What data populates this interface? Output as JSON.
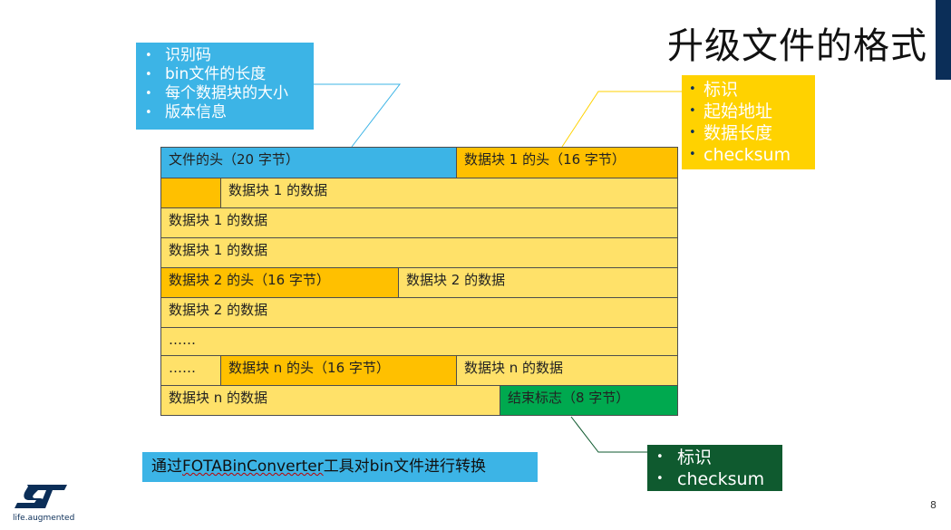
{
  "title": "升级文件的格式",
  "page_number": "8",
  "callouts": {
    "header_fields": [
      "识别码",
      "bin文件的长度",
      "每个数据块的大小",
      "版本信息"
    ],
    "block_header_fields": [
      "标识",
      "起始地址",
      "数据长度",
      "checksum"
    ],
    "end_flag_fields": [
      "标识",
      "checksum"
    ]
  },
  "grid": {
    "file_header": "文件的头（20 字节）",
    "block1_header": "数据块 1 的头（16 字节）",
    "block1_data_a": "数据块 1 的数据",
    "block1_data_b": "数据块 1 的数据",
    "block1_data_c": "数据块 1 的数据",
    "block2_header": "数据块 2 的头（16 字节）",
    "block2_data_a": "数据块 2 的数据",
    "block2_data_b": "数据块 2 的数据",
    "ellipsis_row": "……",
    "ellipsis_cell": "……",
    "blockn_header": "数据块 n 的头（16 字节）",
    "blockn_data_a": "数据块 n 的数据",
    "blockn_data_b": "数据块 n 的数据",
    "end_flag": "结束标志（8 字节）"
  },
  "convert_note": {
    "prefix": "通过",
    "tool": "FOTABinConverter",
    "suffix": "工具对bin文件进行转换"
  },
  "logo": {
    "mark": "ST",
    "tagline": "life.augmented"
  },
  "colors": {
    "blue": "#3cb4e6",
    "yellow": "#ffd200",
    "orange": "#ffc000",
    "light_yellow": "#ffe169",
    "green": "#00a94f",
    "dark_green": "#0f5a2f",
    "navy": "#0b2e58"
  }
}
